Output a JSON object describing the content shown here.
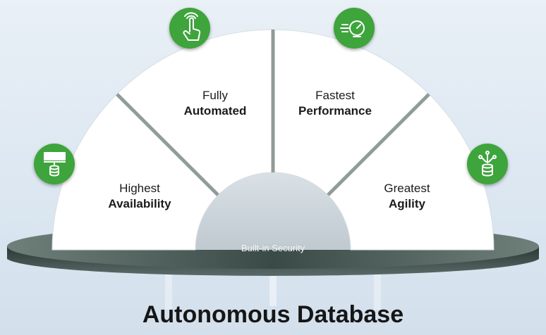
{
  "segments": [
    {
      "line1": "Highest",
      "line2": "Availability",
      "icon": "server-database-icon"
    },
    {
      "line1": "Fully",
      "line2": "Automated",
      "icon": "touch-hand-icon"
    },
    {
      "line1": "Fastest",
      "line2": "Performance",
      "icon": "speedometer-icon"
    },
    {
      "line1": "Greatest",
      "line2": "Agility",
      "icon": "flex-database-icon"
    }
  ],
  "base": {
    "label": "Built-in Security"
  },
  "title": "Autonomous Database",
  "colors": {
    "accent": "#3ea43c",
    "base": "#3b4b47",
    "panel": "#ffffff",
    "divider": "#8f9c9a"
  }
}
